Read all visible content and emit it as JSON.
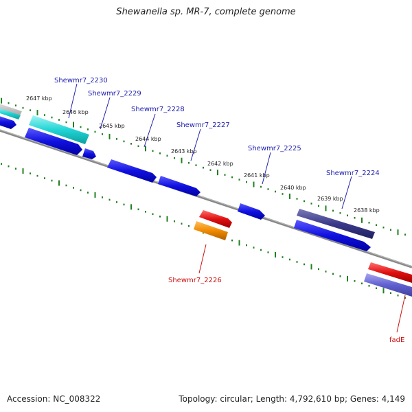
{
  "title": "Shewanella sp. MR-7, complete genome",
  "footer": {
    "accession": "Accession: NC_008322",
    "summary": "Topology: circular; Length: 4,792,610 bp; Genes: 4,149"
  },
  "scale_labels": [
    "2647 kbp",
    "2646 kbp",
    "2645 kbp",
    "2644 kbp",
    "2643 kbp",
    "2642 kbp",
    "2641 kbp",
    "2640 kbp",
    "2639 kbp",
    "2638 kbp"
  ],
  "genes_upper": [
    {
      "name": "Shewmr7_2230",
      "color": "#22d4d4"
    },
    {
      "name": "Shewmr7_2229",
      "color": "#1010e0"
    },
    {
      "name": "Shewmr7_2228",
      "color": "#1010e0"
    },
    {
      "name": "Shewmr7_2227",
      "color": "#1010e0"
    },
    {
      "name": "Shewmr7_2225",
      "color": "#1010e0"
    },
    {
      "name": "Shewmr7_2224",
      "color": "#3a3a8a"
    }
  ],
  "genes_lower": [
    {
      "name": "Shewmr7_2226",
      "color": "#f08a00"
    },
    {
      "name": "fadE",
      "color": "#e01010"
    }
  ],
  "colors": {
    "backbone": "#888888",
    "tick": "#208020",
    "cds_blue": "#1010e0",
    "red": "#e01010",
    "orange": "#f08a00",
    "violet": "#6060d0",
    "cyan": "#22d4d4",
    "slate": "#3a3a8a"
  }
}
